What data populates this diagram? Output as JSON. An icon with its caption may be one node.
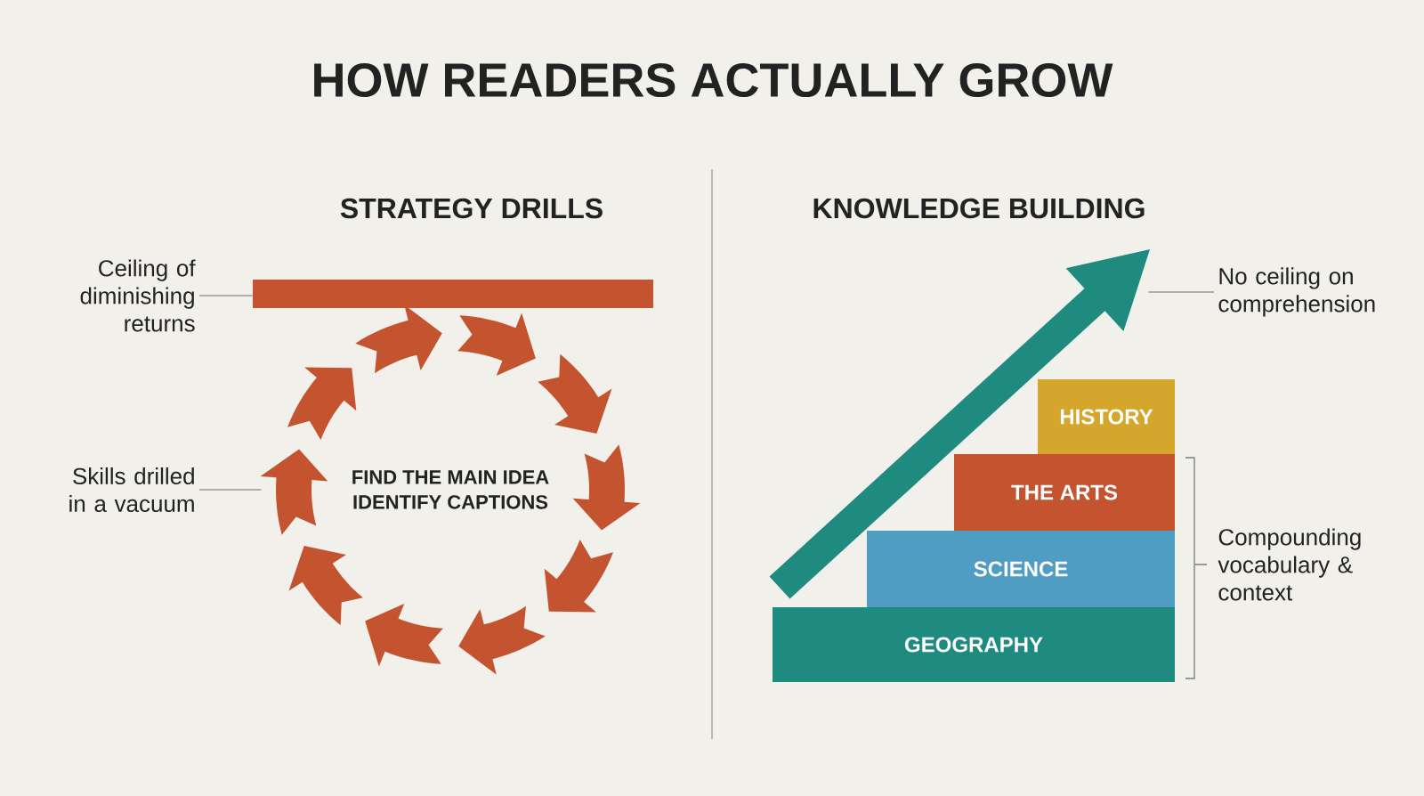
{
  "diagram": {
    "title": "HOW READERS ACTUALLY GROW",
    "nodes": [
      {
        "text": [
          "Ceiling of diminishing returns"
        ]
      },
      {
        "text": [],
        "shape": "bar"
      },
      {
        "text": [
          "Skills drilled in a vacuum"
        ]
      },
      {
        "text": [
          "FIND THE MAIN IDEA",
          "IDENTIFY CAPTIONS"
        ]
      },
      {
        "text": [
          "No ceiling on comprehension"
        ]
      },
      {
        "text": [],
        "shape": "arrow"
      },
      {
        "text": [
          "HISTORY"
        ]
      },
      {
        "text": [
          "THE ARTS"
        ]
      },
      {
        "text": [
          "SCIENCE"
        ]
      },
      {
        "text": [
          "GEOGRAPHY"
        ]
      }
    ],
    "edges": [
      {
        "from": 0,
        "to": 1,
        "arrow": "none"
      },
      {
        "from": 2,
        "to": 3,
        "arrow": "none"
      },
      {
        "from": 4,
        "to": 5,
        "arrow": "none"
      }
    ],
    "labels": [
      "STRATEGY DRILLS",
      "KNOWLEDGE BUILDING",
      "Compounding vocabulary & context"
    ]
  }
}
